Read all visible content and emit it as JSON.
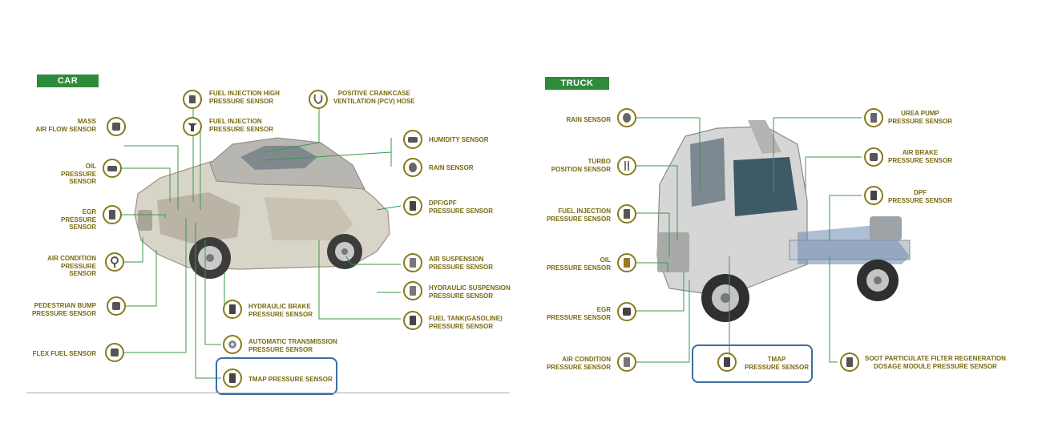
{
  "car": {
    "tag": "CAR",
    "labels": {
      "fuel_injection_high": "FUEL INJECTION HIGH\nPRESSURE SENSOR",
      "pcv": "POSITIVE CRANKCASE\nVENTILATION (PCV) HOSE",
      "mass_air_flow": "MASS\nAIR FLOW SENSOR",
      "fuel_injection": "FUEL INJECTION\nPRESSURE SENSOR",
      "humidity": "HUMIDITY SENSOR",
      "oil": "OIL\nPRESSURE SENSOR",
      "rain": "RAIN SENSOR",
      "egr": "EGR\nPRESSURE SENSOR",
      "dpf_gpf": "DPF/GPF\nPRESSURE SENSOR",
      "air_condition": "AIR CONDITION\nPRESSURE SENSOR",
      "air_suspension": "AIR SUSPENSION\nPRESSURE SENSOR",
      "hydraulic_suspension": "HYDRAULIC SUSPENSION\nPRESSURE SENSOR",
      "pedestrian_bump": "PEDESTRIAN BUMP\nPRESSURE SENSOR",
      "hydraulic_brake": "HYDRAULIC BRAKE\nPRESSURE SENSOR",
      "fuel_tank": "FUEL TANK(GASOLINE)\nPRESSURE SENSOR",
      "automatic_transmission": "AUTOMATIC TRANSMISSION\nPRESSURE SENSOR",
      "flex_fuel": "FLEX FUEL SENSOR",
      "tmap": "TMAP PRESSURE SENSOR"
    }
  },
  "truck": {
    "tag": "TRUCK",
    "labels": {
      "rain": "RAIN SENSOR",
      "urea_pump": "UREA PUMP\nPRESSURE SENSOR",
      "turbo": "TURBO\nPOSITION SENSOR",
      "air_brake": "AIR BRAKE\nPRESSURE SENSOR",
      "dpf": "DPF\nPRESSURE SENSOR",
      "fuel_injection": "FUEL INJECTION\nPRESSURE SENSOR",
      "oil": "OIL\nPRESSURE SENSOR",
      "egr": "EGR\nPRESSURE SENSOR",
      "air_condition": "AIR CONDITION\nPRESSURE SENSOR",
      "tmap": "TMAP\nPRESSURE SENSOR",
      "soot": "SOOT PARTICULATE FILTER REGENERATION\nDOSAGE MODULE PRESSURE SENSOR"
    }
  },
  "colors": {
    "tag_green": "#2e8b3a",
    "label_gold": "#7a6a10",
    "leader_green": "#3a9a4a",
    "highlight_blue": "#3d6ea0"
  }
}
